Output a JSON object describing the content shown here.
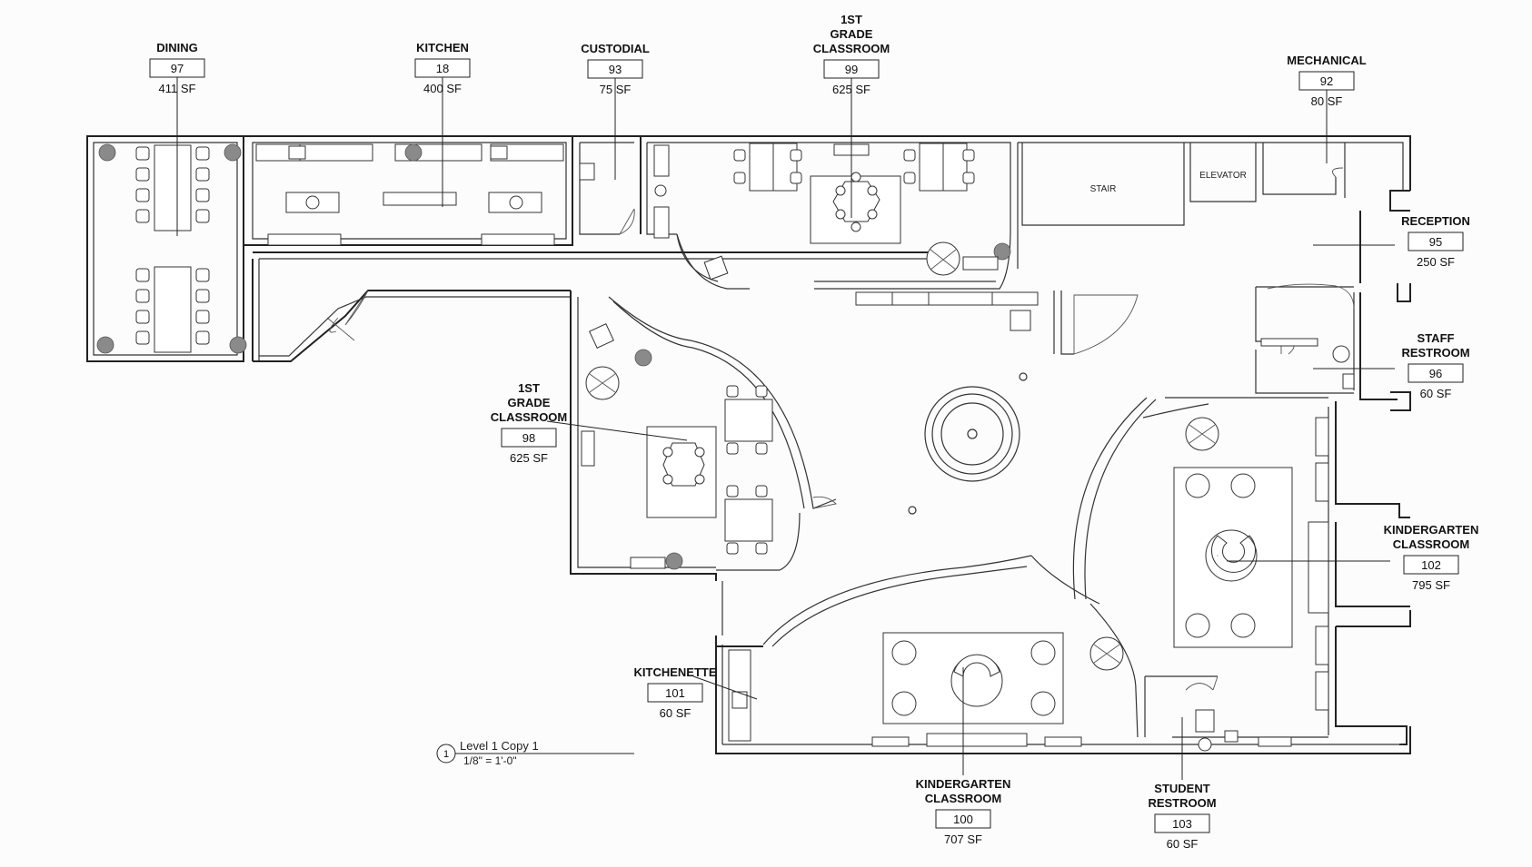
{
  "rooms": [
    {
      "id": "dining",
      "name_lines": [
        "DINING"
      ],
      "number": "97",
      "area": "411 SF"
    },
    {
      "id": "kitchen",
      "name_lines": [
        "KITCHEN"
      ],
      "number": "18",
      "area": "400 SF"
    },
    {
      "id": "custodial",
      "name_lines": [
        "CUSTODIAL"
      ],
      "number": "93",
      "area": "75 SF"
    },
    {
      "id": "first-grade-99",
      "name_lines": [
        "1ST",
        "GRADE",
        "CLASSROOM"
      ],
      "number": "99",
      "area": "625 SF"
    },
    {
      "id": "mechanical",
      "name_lines": [
        "MECHANICAL"
      ],
      "number": "92",
      "area": "80 SF"
    },
    {
      "id": "reception",
      "name_lines": [
        "RECEPTION"
      ],
      "number": "95",
      "area": "250 SF"
    },
    {
      "id": "staff-restroom",
      "name_lines": [
        "STAFF",
        "RESTROOM"
      ],
      "number": "96",
      "area": "60 SF"
    },
    {
      "id": "first-grade-98",
      "name_lines": [
        "1ST",
        "GRADE",
        "CLASSROOM"
      ],
      "number": "98",
      "area": "625 SF"
    },
    {
      "id": "kindergarten-102",
      "name_lines": [
        "KINDERGARTEN",
        "CLASSROOM"
      ],
      "number": "102",
      "area": "795 SF"
    },
    {
      "id": "kitchenette",
      "name_lines": [
        "KITCHENETTE"
      ],
      "number": "101",
      "area": "60 SF"
    },
    {
      "id": "kindergarten-100",
      "name_lines": [
        "KINDERGARTEN",
        "CLASSROOM"
      ],
      "number": "100",
      "area": "707 SF"
    },
    {
      "id": "student-restroom",
      "name_lines": [
        "STUDENT",
        "RESTROOM"
      ],
      "number": "103",
      "area": "60 SF"
    }
  ],
  "inline_labels": {
    "stair": "STAIR",
    "elevator": "ELEVATOR"
  },
  "view_title": {
    "marker": "1",
    "name": "Level 1 Copy 1",
    "scale": "1/8\" = 1'-0\""
  }
}
